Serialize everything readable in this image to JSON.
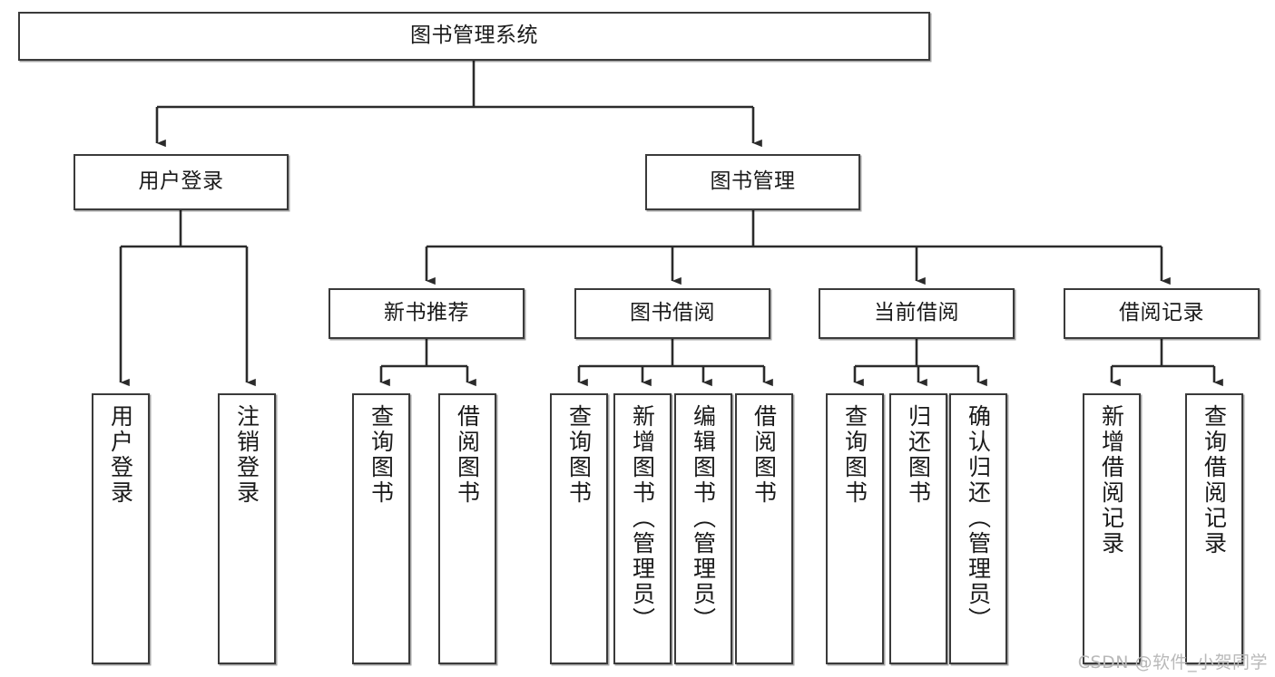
{
  "diagram": {
    "type": "tree-hierarchy",
    "root": {
      "id": "root",
      "label": "图书管理系统"
    },
    "level2": [
      {
        "id": "user-login",
        "label": "用户登录"
      },
      {
        "id": "book-management",
        "label": "图书管理"
      }
    ],
    "level3": [
      {
        "id": "new-book-recommend",
        "label": "新书推荐",
        "parent": "book-management"
      },
      {
        "id": "book-borrow",
        "label": "图书借阅",
        "parent": "book-management"
      },
      {
        "id": "current-borrow",
        "label": "当前借阅",
        "parent": "book-management"
      },
      {
        "id": "borrow-record",
        "label": "借阅记录",
        "parent": "book-management"
      }
    ],
    "leaves": [
      {
        "id": "leaf-user-login",
        "label": "用户登录",
        "parent": "user-login"
      },
      {
        "id": "leaf-logout",
        "label": "注销登录",
        "parent": "user-login"
      },
      {
        "id": "leaf-query-book-1",
        "label": "查询图书",
        "parent": "new-book-recommend"
      },
      {
        "id": "leaf-borrow-book-1",
        "label": "借阅图书",
        "parent": "new-book-recommend"
      },
      {
        "id": "leaf-query-book-2",
        "label": "查询图书",
        "parent": "book-borrow"
      },
      {
        "id": "leaf-add-book",
        "label": "新增图书（管理员）",
        "parent": "book-borrow"
      },
      {
        "id": "leaf-edit-book",
        "label": "编辑图书（管理员）",
        "parent": "book-borrow"
      },
      {
        "id": "leaf-borrow-book-2",
        "label": "借阅图书",
        "parent": "book-borrow"
      },
      {
        "id": "leaf-query-book-3",
        "label": "查询图书",
        "parent": "current-borrow"
      },
      {
        "id": "leaf-return-book",
        "label": "归还图书",
        "parent": "current-borrow"
      },
      {
        "id": "leaf-confirm-return",
        "label": "确认归还（管理员）",
        "parent": "current-borrow"
      },
      {
        "id": "leaf-add-record",
        "label": "新增借阅记录",
        "parent": "borrow-record"
      },
      {
        "id": "leaf-query-record",
        "label": "查询借阅记录",
        "parent": "borrow-record"
      }
    ],
    "colors": {
      "border": "#3a3a3a",
      "background": "#ffffff",
      "text": "#1a1a1a",
      "edge": "#2b2b2b",
      "watermark": "#b9b9b9"
    }
  },
  "watermark": {
    "text": "CSDN @软件_小贺同学"
  }
}
